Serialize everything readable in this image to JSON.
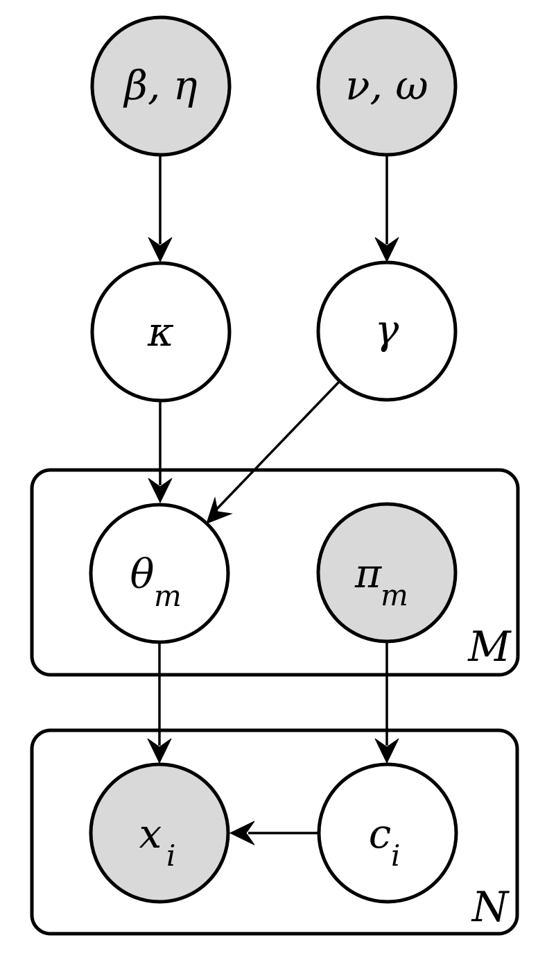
{
  "diagram": {
    "kind": "probabilistic-graphical-model-plate-notation",
    "colors": {
      "background": "#ffffff",
      "observed_node_fill": "#d9d9d9",
      "latent_node_fill": "#ffffff",
      "stroke": "#000000"
    },
    "nodes": [
      {
        "id": "beta-eta",
        "label_main": "β, η",
        "label_sub": "",
        "shaded": true
      },
      {
        "id": "nu-omega",
        "label_main": "ν, ω",
        "label_sub": "",
        "shaded": true
      },
      {
        "id": "kappa",
        "label_main": "κ",
        "label_sub": "",
        "shaded": false
      },
      {
        "id": "gamma",
        "label_main": "γ",
        "label_sub": "",
        "shaded": false
      },
      {
        "id": "theta-m",
        "label_main": "θ",
        "label_sub": "m",
        "shaded": false
      },
      {
        "id": "pi-m",
        "label_main": "π",
        "label_sub": "m",
        "shaded": true
      },
      {
        "id": "x-i",
        "label_main": "x",
        "label_sub": "i",
        "shaded": true
      },
      {
        "id": "c-i",
        "label_main": "c",
        "label_sub": "i",
        "shaded": false
      }
    ],
    "plates": [
      {
        "id": "plate-m",
        "label": "M"
      },
      {
        "id": "plate-n",
        "label": "N"
      }
    ],
    "edges": [
      {
        "from": "beta-eta",
        "to": "kappa"
      },
      {
        "from": "nu-omega",
        "to": "gamma"
      },
      {
        "from": "kappa",
        "to": "theta-m"
      },
      {
        "from": "gamma",
        "to": "theta-m"
      },
      {
        "from": "theta-m",
        "to": "x-i"
      },
      {
        "from": "pi-m",
        "to": "c-i"
      },
      {
        "from": "c-i",
        "to": "x-i"
      }
    ]
  }
}
